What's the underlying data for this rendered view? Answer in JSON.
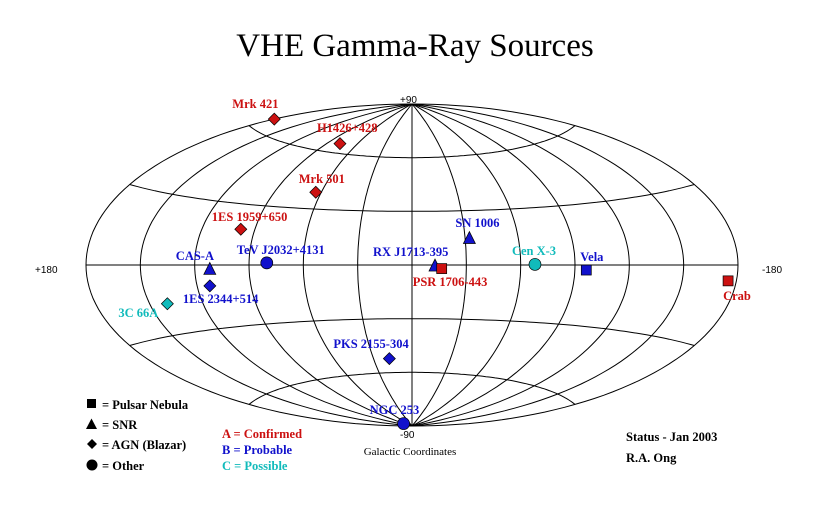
{
  "title": "VHE Gamma-Ray Sources",
  "colors": {
    "confirmed": "#cc1111",
    "probable": "#1111cc",
    "possible": "#11bbbb",
    "grid": "#000000"
  },
  "chart_data": {
    "type": "scatter",
    "projection": "aitoff",
    "coordinates": "Galactic Coordinates",
    "title": "VHE Gamma-Ray Sources",
    "axis_labels": {
      "top": "+90",
      "bottom": "-90",
      "left": "+180",
      "right": "-180"
    },
    "lon_range": [
      180,
      -180
    ],
    "lat_range": [
      -90,
      90
    ],
    "grid": true,
    "sources": [
      {
        "name": "Mrk 421",
        "l": 179.8,
        "b": 65.0,
        "type": "AGN (Blazar)",
        "status": "A"
      },
      {
        "name": "H1426+428",
        "l": 77.5,
        "b": 64.9,
        "type": "AGN (Blazar)",
        "status": "A"
      },
      {
        "name": "Mrk 501",
        "l": 63.6,
        "b": 38.9,
        "type": "AGN (Blazar)",
        "status": "A"
      },
      {
        "name": "1ES 1959+650",
        "l": 98.0,
        "b": 17.7,
        "type": "AGN (Blazar)",
        "status": "A"
      },
      {
        "name": "CAS-A",
        "l": 111.7,
        "b": -2.1,
        "type": "SNR",
        "status": "B"
      },
      {
        "name": "TeV J2032+4131",
        "l": 80.2,
        "b": 1.1,
        "type": "Other",
        "status": "B"
      },
      {
        "name": "1ES 2344+514",
        "l": 112.9,
        "b": -9.9,
        "type": "AGN (Blazar)",
        "status": "B"
      },
      {
        "name": "3C 66A",
        "l": 140.1,
        "b": -16.8,
        "type": "AGN (Blazar)",
        "status": "C"
      },
      {
        "name": "SN 1006",
        "l": -32.4,
        "b": 14.6,
        "type": "SNR",
        "status": "B"
      },
      {
        "name": "RX J1713-395",
        "l": -12.7,
        "b": -0.6,
        "type": "SNR",
        "status": "B"
      },
      {
        "name": "PSR 1706-443",
        "l": -16.4,
        "b": -2.0,
        "type": "Pulsar Nebula",
        "status": "A"
      },
      {
        "name": "Cen X-3",
        "l": -67.9,
        "b": 0.3,
        "type": "Other",
        "status": "C"
      },
      {
        "name": "Vela",
        "l": -96.3,
        "b": -2.5,
        "type": "Pulsar Nebula",
        "status": "B"
      },
      {
        "name": "Crab",
        "l": -175.4,
        "b": -5.8,
        "type": "Pulsar Nebula",
        "status": "A"
      },
      {
        "name": "PKS 2155-304",
        "l": 17.7,
        "b": -52.2,
        "type": "AGN (Blazar)",
        "status": "B"
      },
      {
        "name": "NGC 253",
        "l": 97.4,
        "b": -88.0,
        "type": "Other",
        "status": "B"
      }
    ]
  },
  "legend": {
    "types": [
      {
        "symbol": "square",
        "label": "= Pulsar Nebula"
      },
      {
        "symbol": "triangle",
        "label": "= SNR"
      },
      {
        "symbol": "diamond",
        "label": "= AGN (Blazar)"
      },
      {
        "symbol": "circle",
        "label": "= Other"
      }
    ],
    "status": [
      {
        "label": "A = Confirmed",
        "color": "#cc1111"
      },
      {
        "label": "B = Probable",
        "color": "#1111cc"
      },
      {
        "label": "C = Possible",
        "color": "#11bbbb"
      }
    ]
  },
  "footer": {
    "status_line": "Status - Jan 2003",
    "author": "R.A. Ong"
  }
}
